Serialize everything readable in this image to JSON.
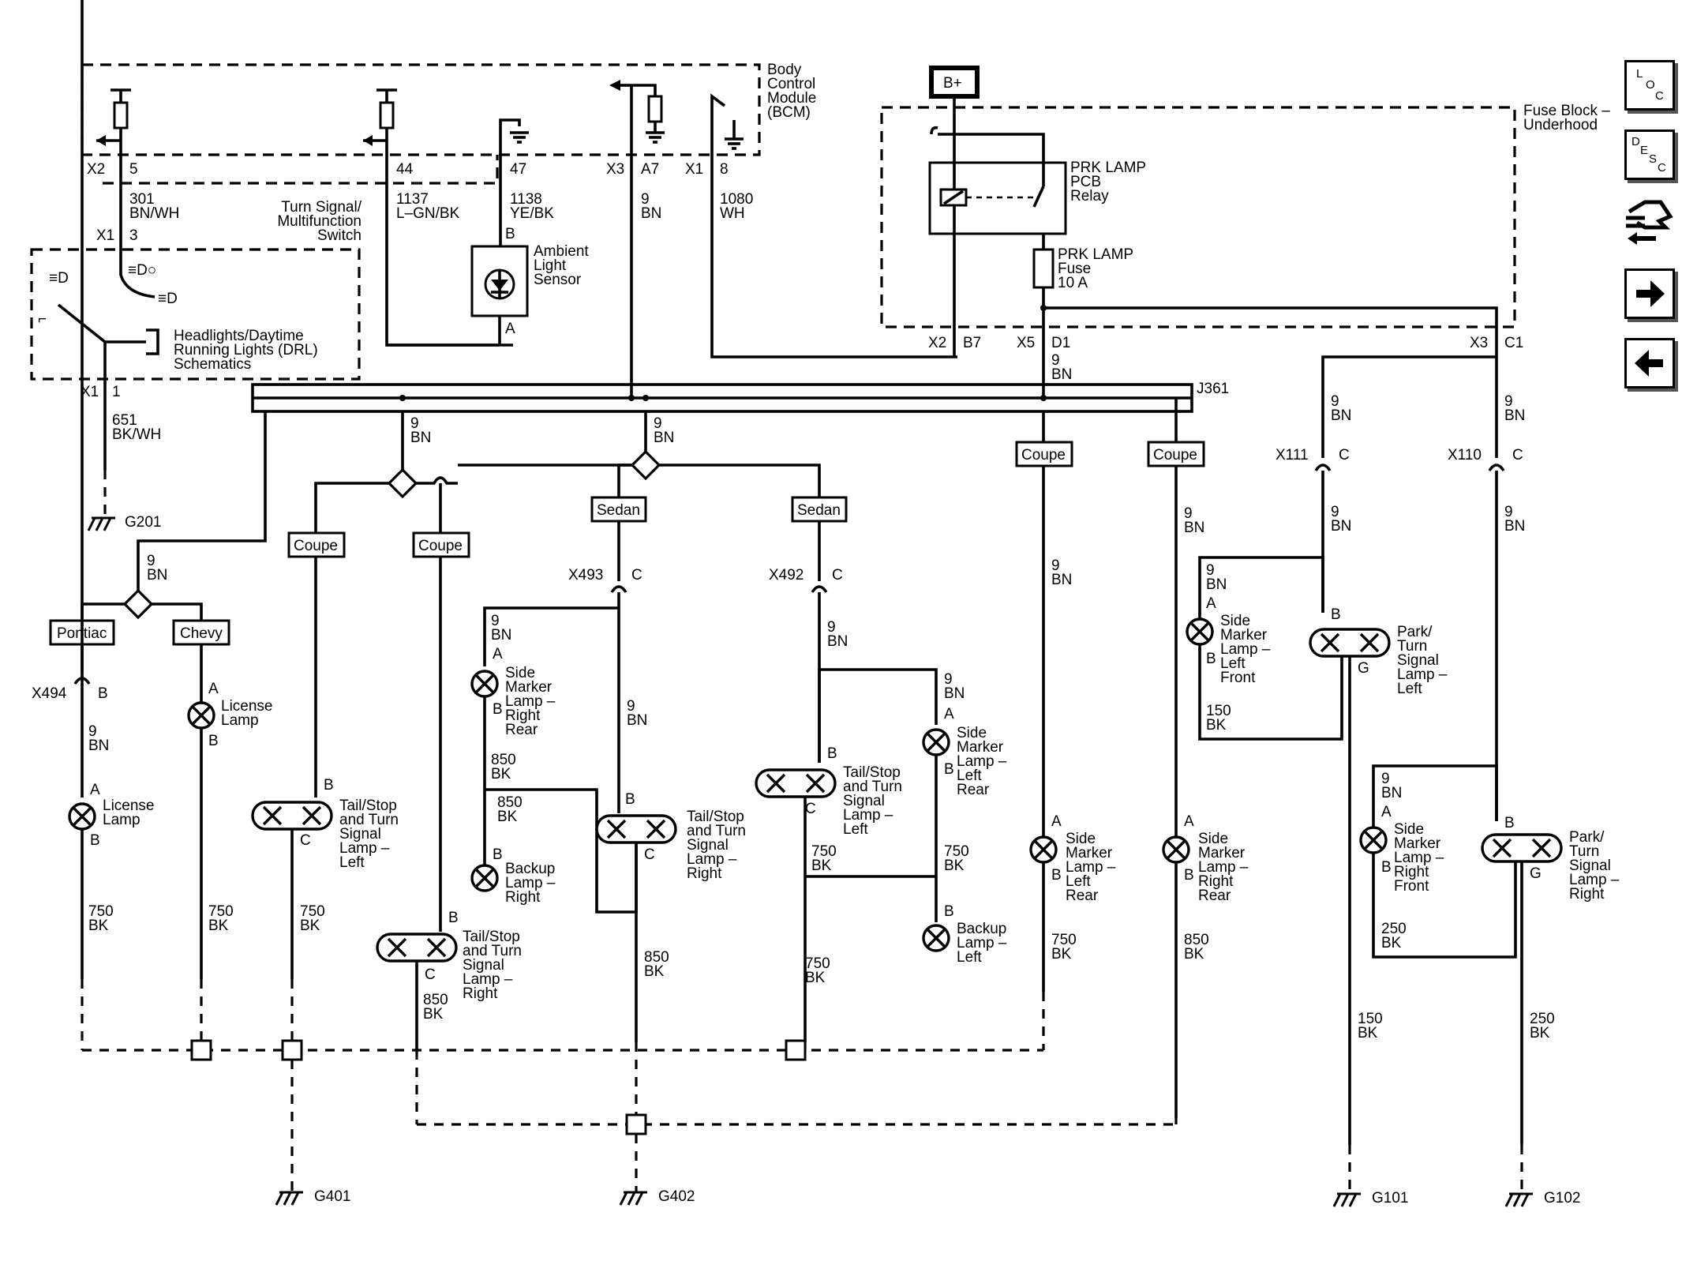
{
  "modules": {
    "bcm": [
      "Body",
      "Control",
      "Module",
      "(BCM)"
    ],
    "fuse_block": [
      "Fuse Block –",
      "Underhood"
    ],
    "battery": "B+"
  },
  "bcm_pins": [
    {
      "conn": "X2",
      "pin": "5"
    },
    {
      "conn": "",
      "pin": "44"
    },
    {
      "conn": "",
      "pin": "47"
    },
    {
      "conn": "X3",
      "pin": "A7"
    },
    {
      "conn": "X1",
      "pin": "8"
    }
  ],
  "wires_top": {
    "w301": [
      "301",
      "BN/WH"
    ],
    "w1137": [
      "1137",
      "L–GN/BK"
    ],
    "w1138": [
      "1138",
      "YE/BK"
    ],
    "w9": [
      "9",
      "BN"
    ],
    "w1080": [
      "1080",
      "WH"
    ],
    "w651": [
      "651",
      "BK/WH"
    ]
  },
  "headlight_switch": {
    "label": [
      "Turn Signal/",
      "Multifunction",
      "Switch"
    ],
    "x1_conn": "X1",
    "x1_pin": "3",
    "x1b_conn": "X1",
    "x1b_pin": "1",
    "ref": [
      "Headlights/Daytime",
      "Running Lights (DRL)",
      "Schematics"
    ]
  },
  "ambient_sensor": {
    "label": [
      "Ambient",
      "Light",
      "Sensor"
    ],
    "pin_b": "B",
    "pin_a": "A"
  },
  "relay": {
    "label": [
      "PRK LAMP",
      "PCB",
      "Relay"
    ]
  },
  "fuse": {
    "label": [
      "PRK LAMP",
      "Fuse",
      "10 A"
    ]
  },
  "fuse_block_pins": {
    "x2": "X2",
    "b7": "B7",
    "x5": "X5",
    "d1": "D1",
    "x3": "X3",
    "c1": "C1"
  },
  "splice": "J361",
  "options": {
    "coupe": "Coupe",
    "sedan": "Sedan",
    "pontiac": "Pontiac",
    "chevy": "Chevy"
  },
  "connectors": {
    "x494": "X494",
    "x493": "X493",
    "x492": "X492",
    "x111": "X111",
    "x110": "X110",
    "pin_b": "B",
    "pin_c": "C"
  },
  "components": {
    "license_lamp": [
      "License",
      "Lamp"
    ],
    "tail_left": [
      "Tail/Stop",
      "and Turn",
      "Signal",
      "Lamp –",
      "Left"
    ],
    "tail_right": [
      "Tail/Stop",
      "and Turn",
      "Signal",
      "Lamp –",
      "Right"
    ],
    "side_marker_right_rear": [
      "Side",
      "Marker",
      "Lamp –",
      "Right",
      "Rear"
    ],
    "side_marker_left_rear": [
      "Side",
      "Marker",
      "Lamp –",
      "Left",
      "Rear"
    ],
    "side_marker_left_front": [
      "Side",
      "Marker",
      "Lamp –",
      "Left",
      "Front"
    ],
    "side_marker_right_front": [
      "Side",
      "Marker",
      "Lamp –",
      "Right",
      "Front"
    ],
    "backup_right": [
      "Backup",
      "Lamp –",
      "Right"
    ],
    "backup_left": [
      "Backup",
      "Lamp –",
      "Left"
    ],
    "park_turn_left": [
      "Park/",
      "Turn",
      "Signal",
      "Lamp –",
      "Left"
    ],
    "park_turn_right": [
      "Park/",
      "Turn",
      "Signal",
      "Lamp –",
      "Right"
    ]
  },
  "wire_labels": {
    "bn9": [
      "9",
      "BN"
    ],
    "bk750": [
      "750",
      "BK"
    ],
    "bk850": [
      "850",
      "BK"
    ],
    "bk150": [
      "150",
      "BK"
    ],
    "bk250": [
      "250",
      "BK"
    ]
  },
  "pins": {
    "a": "A",
    "b": "B",
    "c": "C",
    "g": "G"
  },
  "grounds": {
    "g201": "G201",
    "g401": "G401",
    "g402": "G402",
    "g101": "G101",
    "g102": "G102"
  },
  "nav": {
    "loc": [
      "L",
      "O",
      "C"
    ],
    "desc": [
      "D",
      "E",
      "S",
      "C"
    ]
  }
}
